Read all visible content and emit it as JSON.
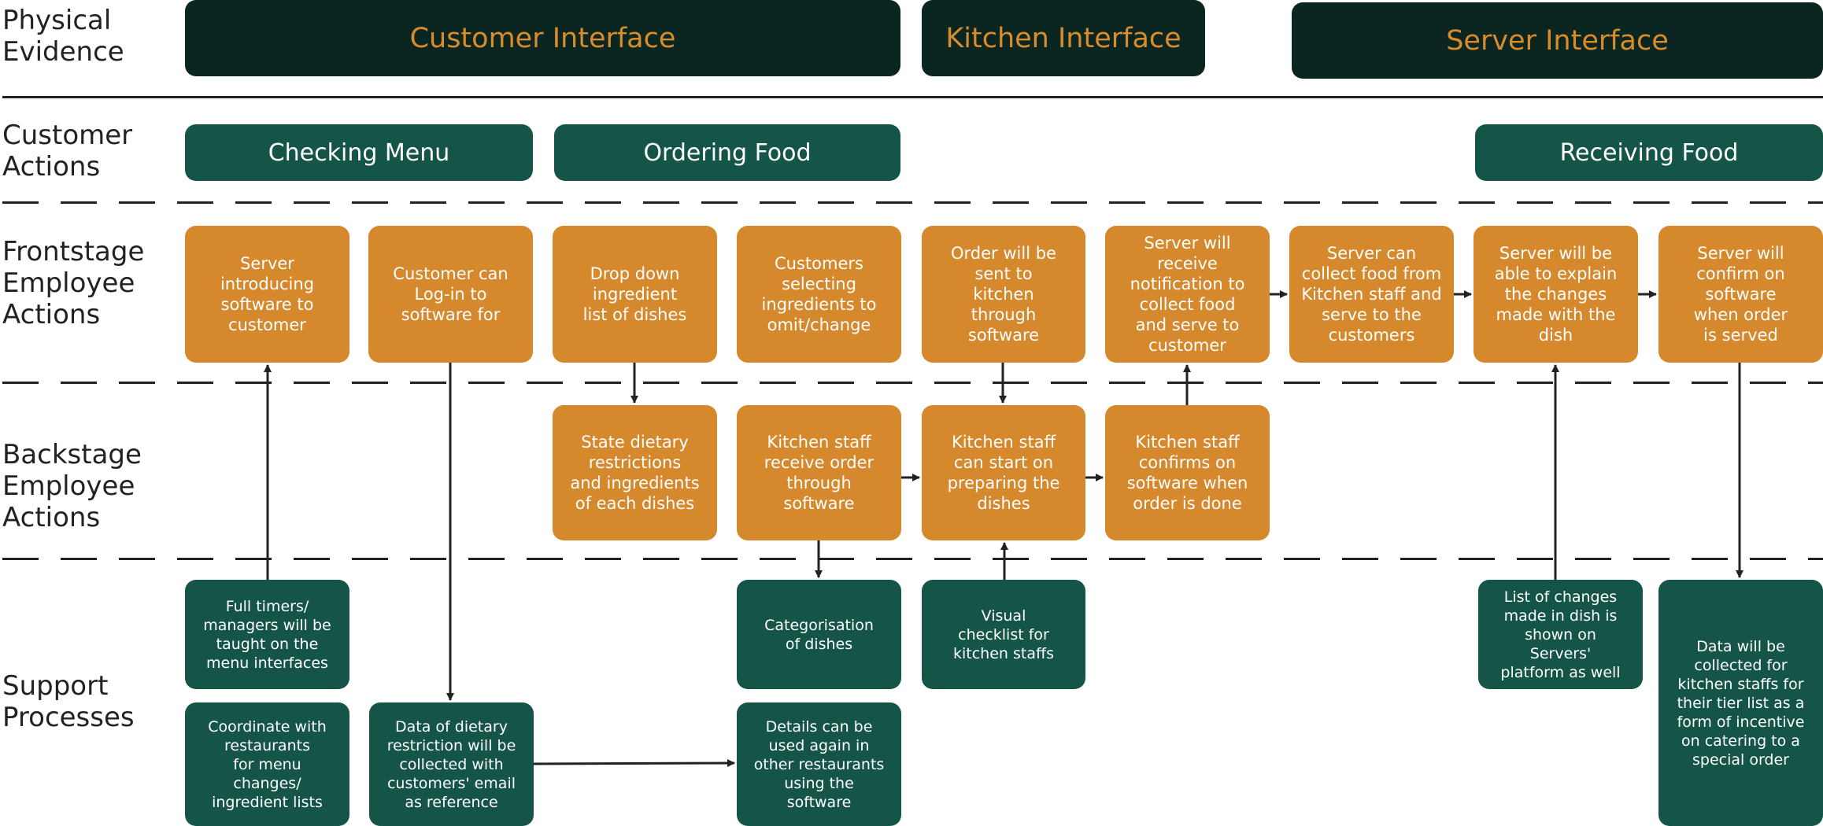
{
  "lanes": {
    "physical_evidence": "Physical\nEvidence",
    "customer_actions": "Customer\nActions",
    "frontstage": "Frontstage\nEmployee\nActions",
    "backstage": "Backstage\nEmployee\nActions",
    "support": "Support\nProcesses"
  },
  "physical_evidence": {
    "customer_interface": "Customer Interface",
    "kitchen_interface": "Kitchen Interface",
    "server_interface": "Server Interface"
  },
  "customer_actions": {
    "checking_menu": "Checking Menu",
    "ordering_food": "Ordering Food",
    "receiving_food": "Receiving Food"
  },
  "frontstage": {
    "f1": "Server\nintroducing\nsoftware to\ncustomer",
    "f2": "Customer can\nLog-in to\nsoftware for",
    "f3": "Drop down\ningredient\nlist of dishes",
    "f4": "Customers\nselecting\ningredients to\nomit/change",
    "f5": "Order will be\nsent to\nkitchen\nthrough\nsoftware",
    "f6": "Server will\nreceive\nnotification to\ncollect food\nand serve to\ncustomer",
    "f7": "Server can\ncollect food from\nKitchen staff and\nserve to the\ncustomers",
    "f8": "Server will be\nable to explain\nthe changes\nmade with the\ndish",
    "f9": "Server will\nconfirm on\nsoftware\nwhen order\nis served"
  },
  "backstage": {
    "b1": "State dietary\nrestrictions\nand ingredients\nof each dishes",
    "b2": "Kitchen staff\nreceive order\nthrough\nsoftware",
    "b3": "Kitchen staff\ncan start on\npreparing the\ndishes",
    "b4": "Kitchen staff\nconfirms on\nsoftware when\norder is done"
  },
  "support": {
    "s1": "Full timers/\nmanagers will be\ntaught on the\nmenu interfaces",
    "s2": "Coordinate with\nrestaurants\nfor menu\nchanges/\ningredient lists",
    "s3": "Data of dietary\nrestriction will be\ncollected with\ncustomers' email\nas reference",
    "s4": "Categorisation\nof dishes",
    "s5": "Details can be\nused again in\nother restaurants\nusing the\nsoftware",
    "s6": "Visual\nchecklist for\nkitchen staffs",
    "s7": "List of changes\nmade in dish is\nshown on\nServers'\nplatform as well",
    "s8": "Data will be\ncollected for\nkitchen staffs for\ntheir tier list as a\nform of incentive\non catering to a\nspecial order"
  },
  "colors": {
    "dark": "#0b2620",
    "teal": "#145548",
    "orange": "#d6882c",
    "orange_text": "#d98c2b"
  }
}
